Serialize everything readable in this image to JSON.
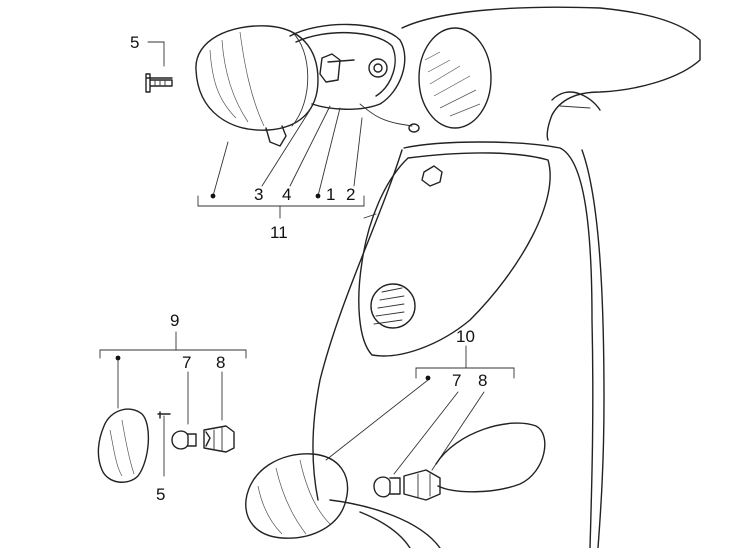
{
  "labels": {
    "headlight_group": {
      "group": "11",
      "items": [
        "3",
        "4",
        "1",
        "2"
      ],
      "screw": "5"
    },
    "front_indicator_group": {
      "group": "9",
      "items": [
        "7",
        "8"
      ],
      "screw": "5"
    },
    "rear_indicator_group": {
      "group": "10",
      "items": [
        "7",
        "8"
      ]
    }
  }
}
